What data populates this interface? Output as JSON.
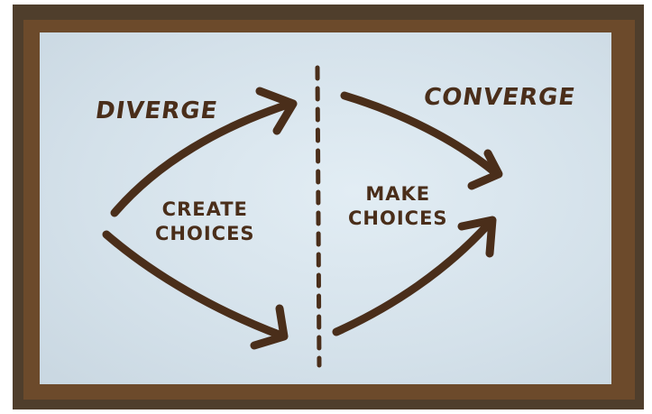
{
  "colors": {
    "outer_frame": "#4f3e2c",
    "border_band": "#6c4a2b",
    "screen": "#d6e3ec",
    "marker_ink": "#4a2e1a"
  },
  "labels": {
    "diverge": "DIVERGE",
    "converge": "CONVERGE",
    "create_choices": [
      "CREATE",
      "CHOICES"
    ],
    "make_choices": [
      "MAKE",
      "CHOICES"
    ]
  }
}
